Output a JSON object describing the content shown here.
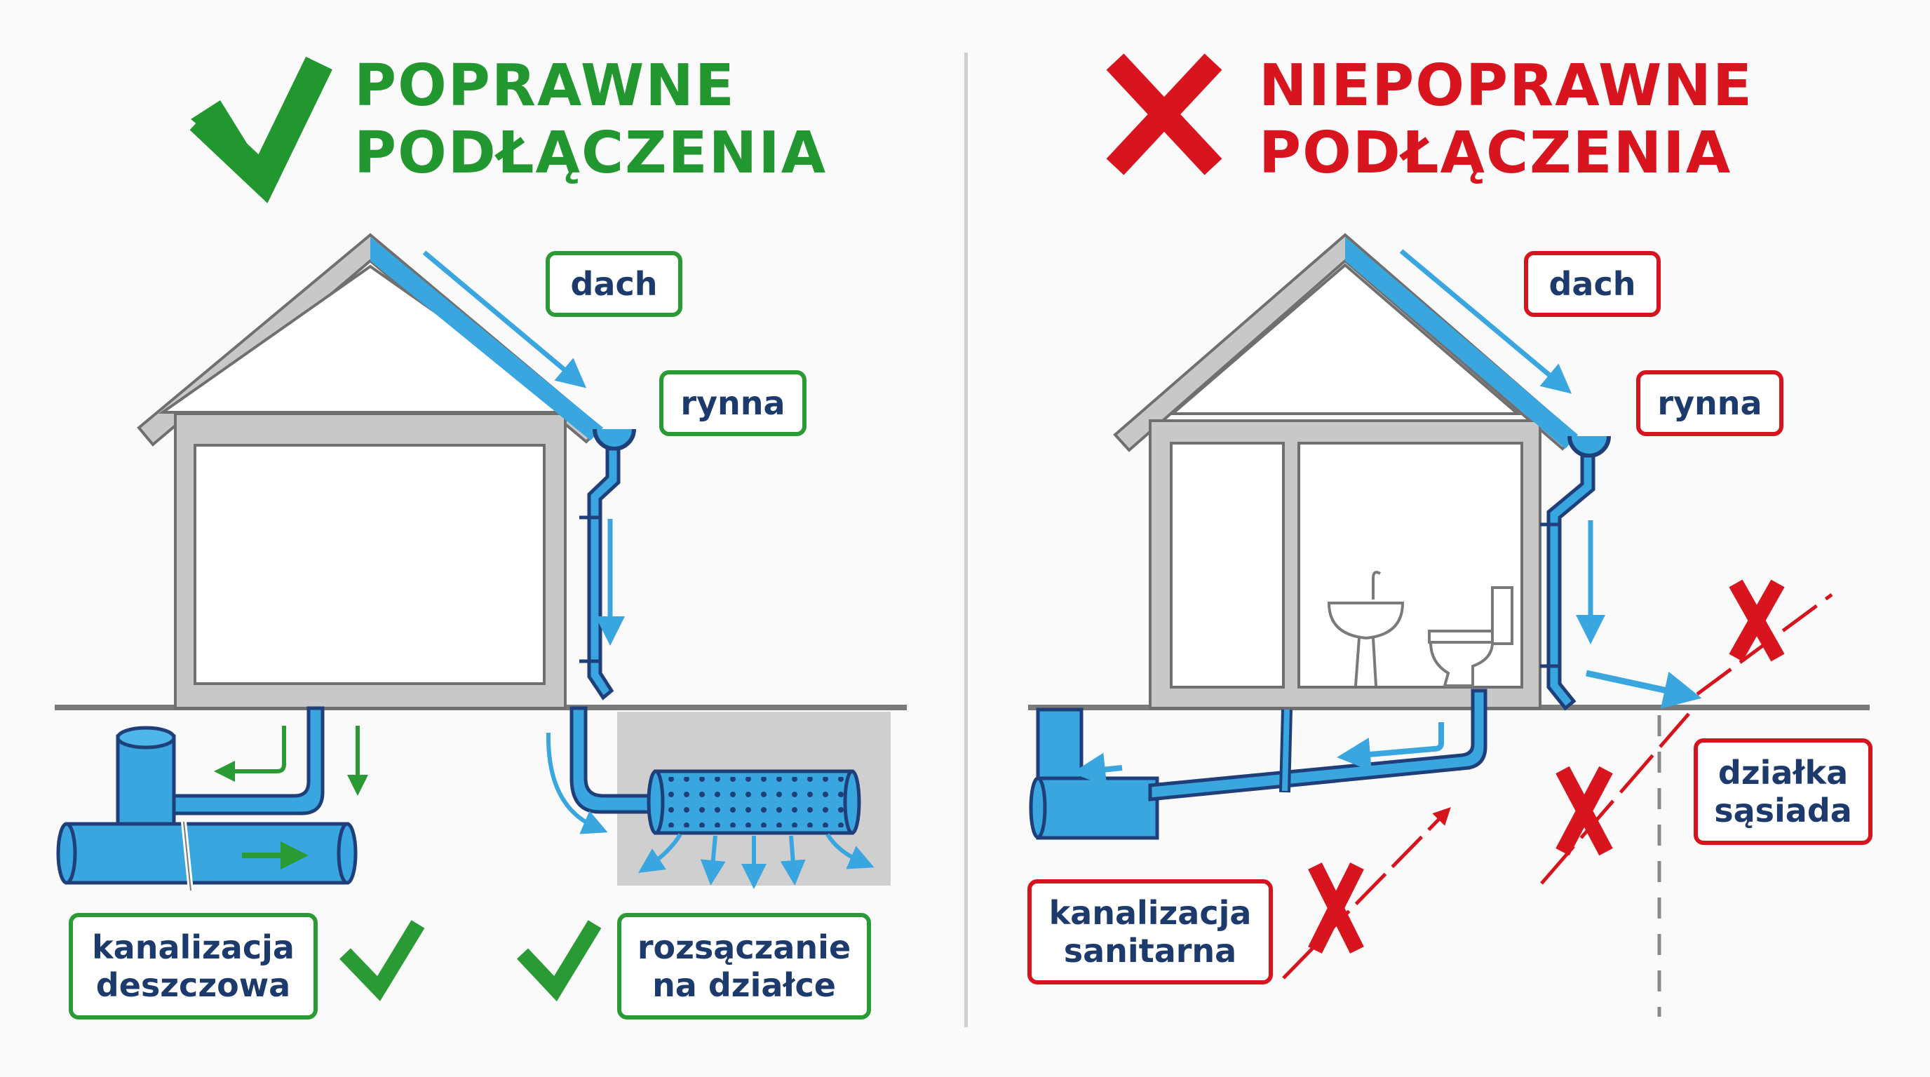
{
  "left_panel": {
    "status": "correct",
    "title_line1": "POPRAWNE",
    "title_line2": "PODŁĄCZENIA",
    "icon": "check-icon",
    "labels": {
      "roof": "dach",
      "gutter": "rynna",
      "storm_sewer_line1": "kanalizacja",
      "storm_sewer_line2": "deszczowa",
      "infiltration_line1": "rozsączanie",
      "infiltration_line2": "na działce"
    }
  },
  "right_panel": {
    "status": "incorrect",
    "title_line1": "NIEPOPRAWNE",
    "title_line2": "PODŁĄCZENIA",
    "icon": "cross-icon",
    "labels": {
      "roof": "dach",
      "gutter": "rynna",
      "sanitary_sewer_line1": "kanalizacja",
      "sanitary_sewer_line2": "sanitarna",
      "neighbor_plot_line1": "działka",
      "neighbor_plot_line2": "sąsiada"
    }
  },
  "colors": {
    "correct_green": "#22962f",
    "incorrect_red": "#d8141e",
    "water_blue": "#3aa6e0",
    "pipe_outline": "#1f3f7a",
    "wall_gray": "#c8c8c8",
    "wall_outline": "#6f6f6f",
    "label_text": "#1c3a6b",
    "background": "#fafafa"
  }
}
